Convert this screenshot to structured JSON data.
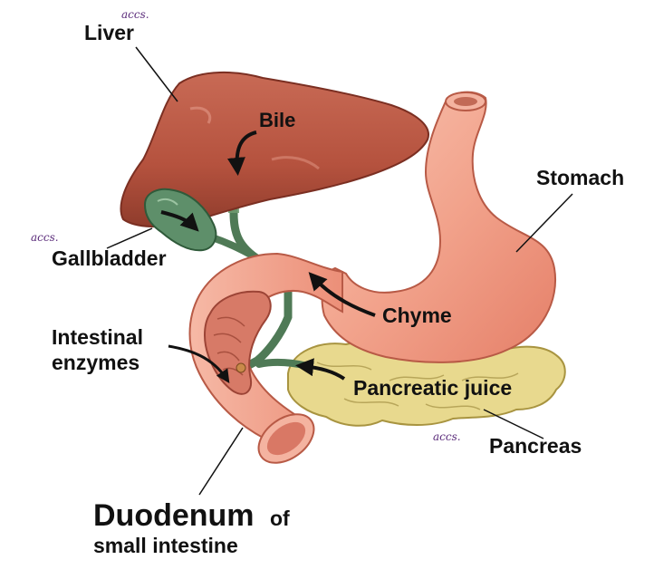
{
  "labels": {
    "liver": "Liver",
    "bile": "Bile",
    "stomach": "Stomach",
    "gallbladder": "Gallbladder",
    "chyme": "Chyme",
    "intestinal_line1": "Intestinal",
    "intestinal_line2": "enzymes",
    "pancreatic_juice": "Pancreatic juice",
    "pancreas": "Pancreas",
    "duodenum": "Duodenum",
    "duodenum_of": "of",
    "small_intestine": "small intestine"
  },
  "handwritten_marks": {
    "top": "accs.",
    "left": "accs.",
    "bottom": "accs."
  },
  "colors": {
    "liver": "#b5523e",
    "gallbladder": "#5e8f6a",
    "stomach": "#f2a38c",
    "duodenum": "#f4ab95",
    "pancreas": "#e8d98e",
    "arrow": "#111111"
  }
}
